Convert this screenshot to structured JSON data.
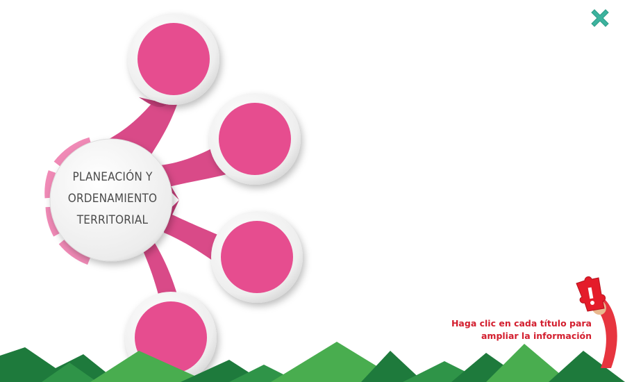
{
  "diagram": {
    "center_title_lines": [
      "PLANEACIÓN Y",
      "ORDENAMIENTO",
      "TERRITORIAL"
    ],
    "nodes": [
      {
        "id": "node-1",
        "label": ""
      },
      {
        "id": "node-2",
        "label": ""
      },
      {
        "id": "node-3",
        "label": ""
      },
      {
        "id": "node-4",
        "label": ""
      }
    ]
  },
  "hint": {
    "line1": "Haga clic en cada título para",
    "line2": "ampliar la información"
  },
  "icons": {
    "close": "close-icon",
    "puzzle": "puzzle-exclamation-icon"
  },
  "colors": {
    "accent_pink": "#e64d8f",
    "arm_pink": "#d94a88",
    "light_pink": "#f08ab6",
    "close_green": "#3cb39e",
    "hint_red": "#d31e2e",
    "mountain_dark": "#1e7a3c",
    "mountain_light": "#49ad4f"
  }
}
